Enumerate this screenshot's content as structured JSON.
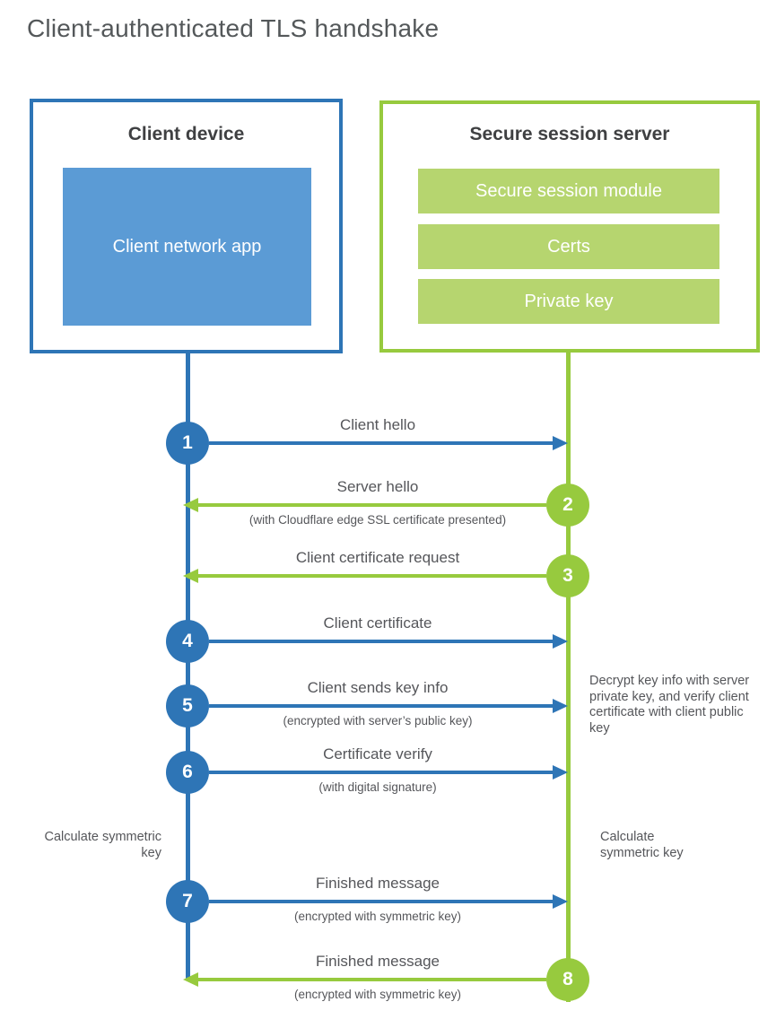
{
  "title": "Client-authenticated TLS handshake",
  "colors": {
    "client_accent": "#2e75b6",
    "client_fill": "#5b9bd5",
    "server_accent": "#97ca3e",
    "server_fill": "#b6d56f",
    "heading_text": "#3f4042",
    "label_text": "#55565a"
  },
  "client_box": {
    "title": "Client device",
    "app_label": "Client network app"
  },
  "server_box": {
    "title": "Secure session server",
    "modules": [
      "Secure session module",
      "Certs",
      "Private key"
    ]
  },
  "steps": [
    {
      "number": "1",
      "actor": "client",
      "direction": "right",
      "label": "Client hello",
      "sublabel": ""
    },
    {
      "number": "2",
      "actor": "server",
      "direction": "left",
      "label": "Server hello",
      "sublabel": "(with Cloudflare edge SSL certificate presented)"
    },
    {
      "number": "3",
      "actor": "server",
      "direction": "left",
      "label": "Client certificate request",
      "sublabel": ""
    },
    {
      "number": "4",
      "actor": "client",
      "direction": "right",
      "label": "Client certificate",
      "sublabel": ""
    },
    {
      "number": "5",
      "actor": "client",
      "direction": "right",
      "label": "Client sends key info",
      "sublabel": "(encrypted with server’s public key)"
    },
    {
      "number": "6",
      "actor": "client",
      "direction": "right",
      "label": "Certificate verify",
      "sublabel": "(with digital signature)"
    },
    {
      "number": "7",
      "actor": "client",
      "direction": "right",
      "label": "Finished message",
      "sublabel": "(encrypted with symmetric key)"
    },
    {
      "number": "8",
      "actor": "server",
      "direction": "left",
      "label": "Finished message",
      "sublabel": "(encrypted with symmetric key)"
    }
  ],
  "annotations": {
    "decrypt_note": "Decrypt key info with server private key, and verify client certificate with client public key",
    "calculate_left": "Calculate symmetric key",
    "calculate_right": "Calculate symmetric key"
  }
}
